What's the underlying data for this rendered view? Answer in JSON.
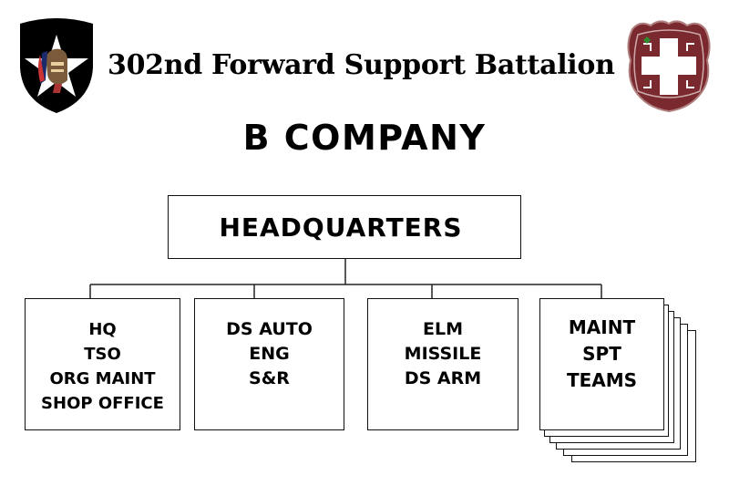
{
  "header": {
    "title": "302nd Forward Support Battalion",
    "subtitle": "B COMPANY"
  },
  "logos": {
    "left": {
      "icon": "indianhead-star-shield-icon",
      "colors": [
        "#000000",
        "#ffffff"
      ]
    },
    "right": {
      "icon": "medical-cross-crest-icon",
      "colors": [
        "#7a2a2e",
        "#ffffff",
        "#2e8b2e"
      ]
    }
  },
  "chart": {
    "root": {
      "label": "HEADQUARTERS"
    },
    "units": [
      {
        "lines": [
          "HQ",
          "TSO",
          "ORG MAINT",
          "SHOP OFFICE"
        ]
      },
      {
        "lines": [
          "DS AUTO",
          "ENG",
          "S&R"
        ]
      },
      {
        "lines": [
          "ELM",
          "MISSILE",
          "DS ARM"
        ]
      },
      {
        "lines": [
          "MAINT",
          "SPT",
          "TEAMS"
        ]
      }
    ]
  }
}
